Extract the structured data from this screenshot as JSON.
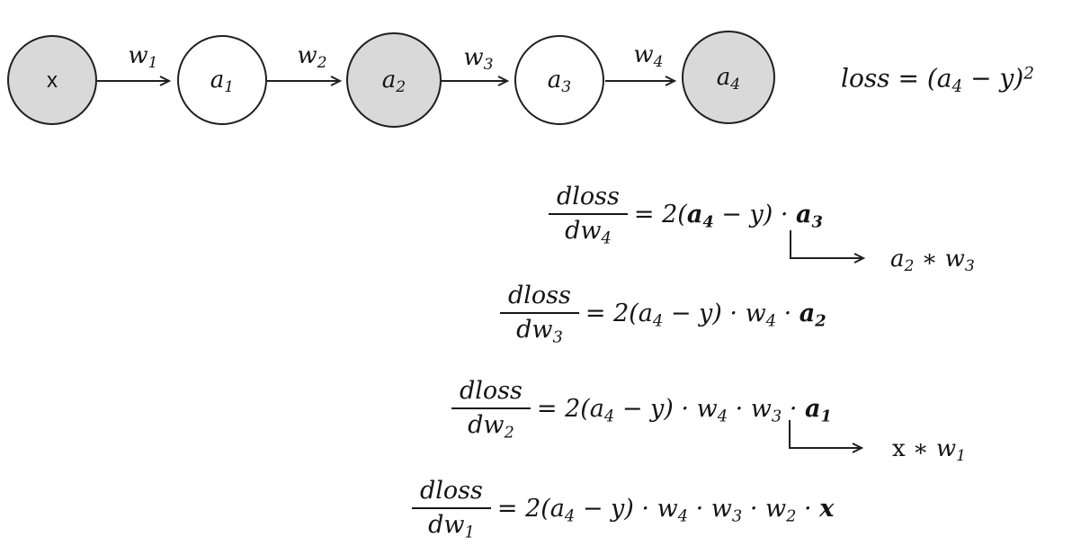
{
  "colors": {
    "node_fill": "#d9d9d9",
    "node_fill_white": "#ffffff",
    "stroke": "#1f1f1f",
    "text": "#141414"
  },
  "network": {
    "nodes": [
      {
        "name": "x",
        "fill": "gray",
        "label_parts": [
          {
            "t": "x",
            "up": true
          }
        ]
      },
      {
        "name": "a1",
        "fill": "white",
        "label_parts": [
          {
            "t": "a"
          },
          {
            "t": "1",
            "sub": true
          }
        ]
      },
      {
        "name": "a2",
        "fill": "gray",
        "label_parts": [
          {
            "t": "a"
          },
          {
            "t": "2",
            "sub": true
          }
        ]
      },
      {
        "name": "a3",
        "fill": "white",
        "label_parts": [
          {
            "t": "a"
          },
          {
            "t": "3",
            "sub": true
          }
        ]
      },
      {
        "name": "a4",
        "fill": "gray",
        "label_parts": [
          {
            "t": "a"
          },
          {
            "t": "4",
            "sub": true
          }
        ]
      }
    ],
    "weights": [
      {
        "label_parts": [
          {
            "t": "w"
          },
          {
            "t": "1",
            "sub": true
          }
        ]
      },
      {
        "label_parts": [
          {
            "t": "w"
          },
          {
            "t": "2",
            "sub": true
          }
        ]
      },
      {
        "label_parts": [
          {
            "t": "w"
          },
          {
            "t": "3",
            "sub": true
          }
        ]
      },
      {
        "label_parts": [
          {
            "t": "w"
          },
          {
            "t": "4",
            "sub": true
          }
        ]
      }
    ]
  },
  "loss": {
    "parts": [
      {
        "t": "loss = (a"
      },
      {
        "t": "4",
        "sub": true
      },
      {
        "t": " − y)"
      },
      {
        "t": "2",
        "sup": true
      }
    ]
  },
  "equations": [
    {
      "numerator": "dloss",
      "den_parts": [
        {
          "t": "dw"
        },
        {
          "t": "4",
          "sub": true
        }
      ],
      "rhs_parts": [
        {
          "t": "= 2("
        },
        {
          "t": "a",
          "b": true
        },
        {
          "t": "4",
          "b": true,
          "sub": true
        },
        {
          "t": " − y) · "
        },
        {
          "t": "a",
          "b": true
        },
        {
          "t": "3",
          "b": true,
          "sub": true
        }
      ]
    },
    {
      "numerator": "dloss",
      "den_parts": [
        {
          "t": "dw"
        },
        {
          "t": "3",
          "sub": true
        }
      ],
      "rhs_parts": [
        {
          "t": "= 2(a"
        },
        {
          "t": "4",
          "sub": true
        },
        {
          "t": " − y) · w"
        },
        {
          "t": "4",
          "sub": true
        },
        {
          "t": " · "
        },
        {
          "t": "a",
          "b": true
        },
        {
          "t": "2",
          "b": true,
          "sub": true
        }
      ]
    },
    {
      "numerator": "dloss",
      "den_parts": [
        {
          "t": "dw"
        },
        {
          "t": "2",
          "sub": true
        }
      ],
      "rhs_parts": [
        {
          "t": "= 2(a"
        },
        {
          "t": "4",
          "sub": true
        },
        {
          "t": " − y) · w"
        },
        {
          "t": "4",
          "sub": true
        },
        {
          "t": " · w"
        },
        {
          "t": "3",
          "sub": true
        },
        {
          "t": " · "
        },
        {
          "t": "a",
          "b": true
        },
        {
          "t": "1",
          "b": true,
          "sub": true
        }
      ]
    },
    {
      "numerator": "dloss",
      "den_parts": [
        {
          "t": "dw"
        },
        {
          "t": "1",
          "sub": true
        }
      ],
      "rhs_parts": [
        {
          "t": "= 2(a"
        },
        {
          "t": "4",
          "sub": true
        },
        {
          "t": " − y) · w"
        },
        {
          "t": "4",
          "sub": true
        },
        {
          "t": " · w"
        },
        {
          "t": "3",
          "sub": true
        },
        {
          "t": " · w"
        },
        {
          "t": "2",
          "sub": true
        },
        {
          "t": " · "
        },
        {
          "t": "x",
          "b": true
        }
      ]
    }
  ],
  "notes": [
    {
      "parts": [
        {
          "t": "a"
        },
        {
          "t": "2",
          "sub": true
        },
        {
          "t": " ∗ w"
        },
        {
          "t": "3",
          "sub": true
        }
      ]
    },
    {
      "parts": [
        {
          "t": "x",
          "up": true
        },
        {
          "t": " ∗ w"
        },
        {
          "t": "1",
          "sub": true
        }
      ]
    }
  ]
}
